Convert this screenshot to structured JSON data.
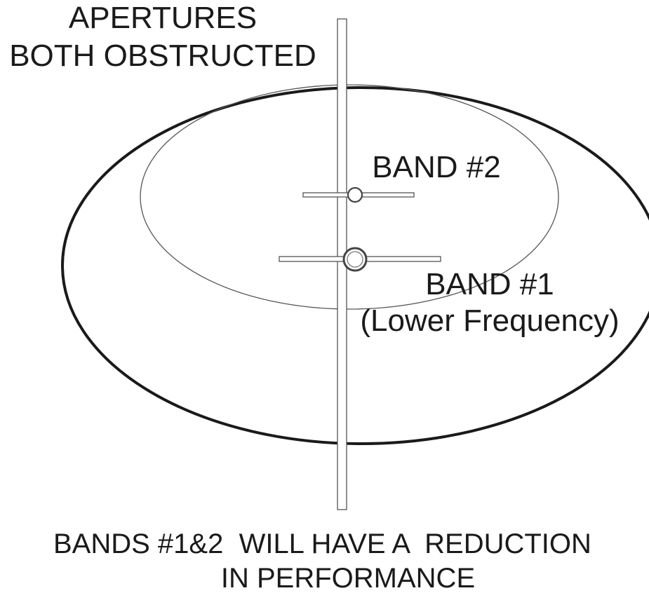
{
  "diagram": {
    "top_label_line1": "APERTURES",
    "top_label_line2": "BOTH OBSTRUCTED",
    "band2_label": "BAND #2",
    "band1_label": "BAND #1",
    "band1_sublabel": "(Lower Frequency)",
    "bottom_label_line1": "BANDS #1&2  WILL HAVE A  REDUCTION",
    "bottom_label_line2": "IN PERFORMANCE"
  }
}
